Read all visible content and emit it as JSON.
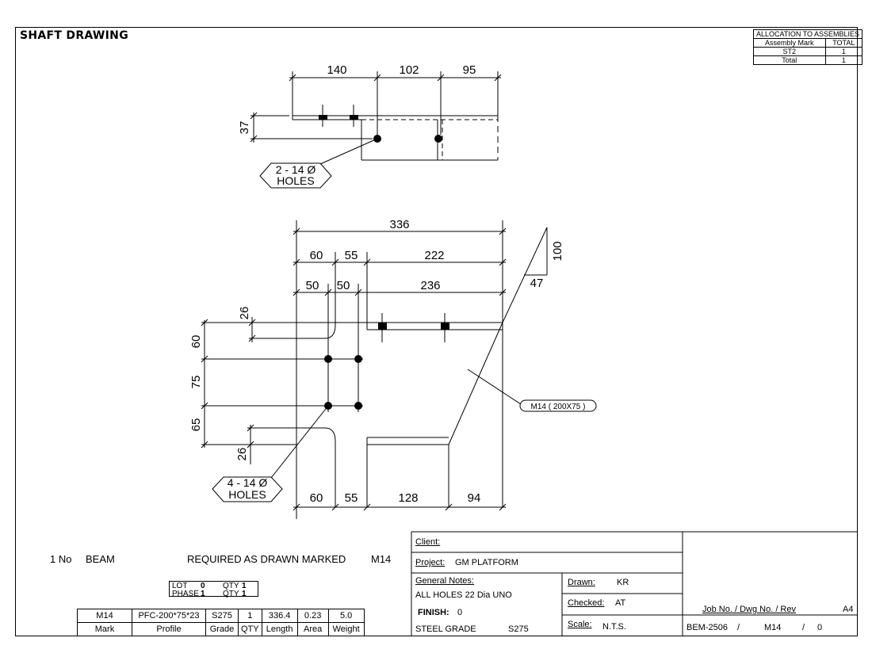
{
  "title": "SHAFT DRAWING",
  "allocation": {
    "header": "ALLOCATION TO ASSEMBLIES",
    "col_mark": "Assembly Mark",
    "col_total": "TOTAL",
    "rows": [
      {
        "mark": "ST2",
        "total": "1"
      }
    ],
    "total_label": "Total",
    "total_value": "1"
  },
  "top_view": {
    "dims": [
      "140",
      "102",
      "95"
    ],
    "height": "37",
    "hole_note_line1": "2 - 14 Ø",
    "hole_note_line2": "HOLES"
  },
  "main_view": {
    "overall": "336",
    "row2": [
      "60",
      "55",
      "222"
    ],
    "row3": [
      "50",
      "50",
      "236"
    ],
    "slope_rise": "100",
    "slope_run": "47",
    "left_dims": [
      "26",
      "60",
      "75",
      "65",
      "26"
    ],
    "bottom_dims": [
      "60",
      "55",
      "128",
      "94"
    ],
    "hole_note_line1": "4 - 14 Ø",
    "hole_note_line2": "HOLES",
    "section_label": "M14 ( 200X75 )"
  },
  "requirement": {
    "qty": "1 No",
    "item": "BEAM",
    "text": "REQUIRED AS DRAWN MARKED",
    "mark": "M14"
  },
  "lot_box": {
    "lot_label": "LOT",
    "lot_value": "0",
    "phase_label": "PHASE",
    "phase_value": "1",
    "qty_label": "QTY",
    "qty1": "1",
    "qty2": "1"
  },
  "bom": {
    "headers": [
      "Mark",
      "Profile",
      "Grade",
      "QTY",
      "Length",
      "Area",
      "Weight"
    ],
    "values": [
      "M14",
      "PFC-200*75*23",
      "S275",
      "1",
      "336.4",
      "0.23",
      "5.0"
    ]
  },
  "title_block": {
    "client_label": "Client:",
    "client_value": "",
    "project_label": "Project:",
    "project_value": "GM PLATFORM",
    "notes_label": "General Notes:",
    "notes_line1": "ALL HOLES 22  Dia UNO",
    "finish_label": "FINISH:",
    "finish_value": "0",
    "steel_label": "STEEL GRADE",
    "steel_value": "S275",
    "drawn_label": "Drawn:",
    "drawn_value": "KR",
    "checked_label": "Checked:",
    "checked_value": "AT",
    "scale_label": "Scale:",
    "scale_value": "N.T.S.",
    "job_header": "Job No.    /  Dwg No.  /  Rev",
    "sheet_size": "A4",
    "job_no": "BEM-2506",
    "dwg_no": "M14",
    "rev": "0"
  }
}
